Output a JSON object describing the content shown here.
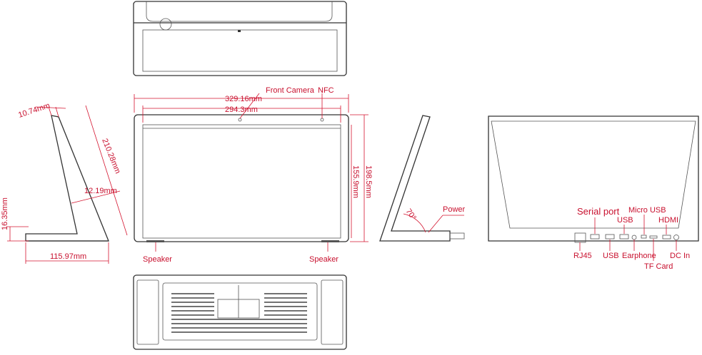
{
  "labels": {
    "front_camera": "Front Camera",
    "nfc": "NFC",
    "speaker_left": "Speaker",
    "speaker_right": "Speaker",
    "power": "Power",
    "serial_port": "Serial port",
    "micro_usb": "Micro USB",
    "usb_top": "USB",
    "hdmi": "HDMI",
    "rj45": "RJ45",
    "usb_bottom": "USB",
    "earphone": "Earphone",
    "tf_card": "TF Card",
    "dc_in": "DC In"
  },
  "dimensions": {
    "total_width": "329.16mm",
    "screen_width": "294.3mm",
    "total_height": "198.5mm",
    "screen_height": "155.9mm",
    "top_thickness": "10.74mm",
    "panel_length": "210.28mm",
    "panel_thickness": "12.19mm",
    "base_height": "16.35mm",
    "base_depth": "115.97mm",
    "tilt_angle": "70°"
  },
  "colors": {
    "annotation": "#c8102e",
    "outline": "#333333"
  }
}
